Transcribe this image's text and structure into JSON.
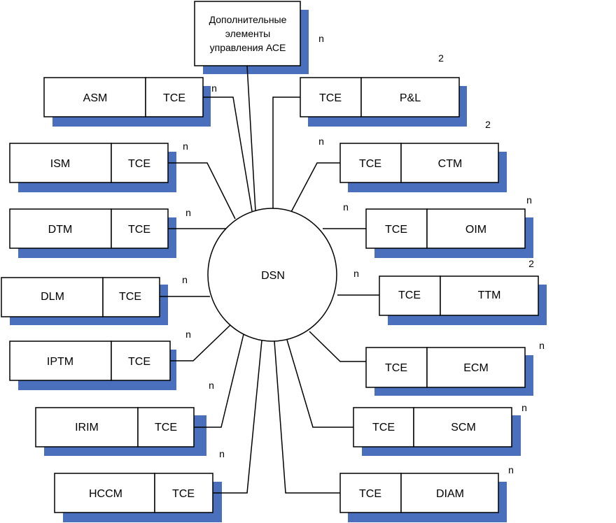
{
  "center": {
    "label": "DSN"
  },
  "top_box": {
    "lines": [
      "Дополнительные",
      "элементы",
      "управления АСЕ"
    ],
    "mult": "n"
  },
  "left_modules": [
    {
      "label": "ASM",
      "tce": "TCE",
      "mult": "n"
    },
    {
      "label": "ISM",
      "tce": "TCE",
      "mult": "n"
    },
    {
      "label": "DTM",
      "tce": "TCE",
      "mult": "n"
    },
    {
      "label": "DLM",
      "tce": "TCE",
      "mult": "n"
    },
    {
      "label": "IPTM",
      "tce": "TCE",
      "mult": "n"
    },
    {
      "label": "IRIM",
      "tce": "TCE",
      "mult": "n"
    },
    {
      "label": "HCCM",
      "tce": "TCE",
      "mult": "n"
    }
  ],
  "right_modules": [
    {
      "label": "P&L",
      "tce": "TCE",
      "mult": "2"
    },
    {
      "label": "CTM",
      "tce": "TCE",
      "mult": "2",
      "mult2": "n"
    },
    {
      "label": "OIM",
      "tce": "TCE",
      "mult": "n",
      "mult2": "n"
    },
    {
      "label": "TTM",
      "tce": "TCE",
      "mult": "2",
      "mult2": "n"
    },
    {
      "label": "ECM",
      "tce": "TCE",
      "mult": "n"
    },
    {
      "label": "SCM",
      "tce": "TCE",
      "mult": "n"
    },
    {
      "label": "DIAM",
      "tce": "TCE",
      "mult": "n"
    }
  ],
  "colors": {
    "shadow": "#4a6fbd",
    "stroke": "#000000",
    "fill": "#ffffff"
  }
}
